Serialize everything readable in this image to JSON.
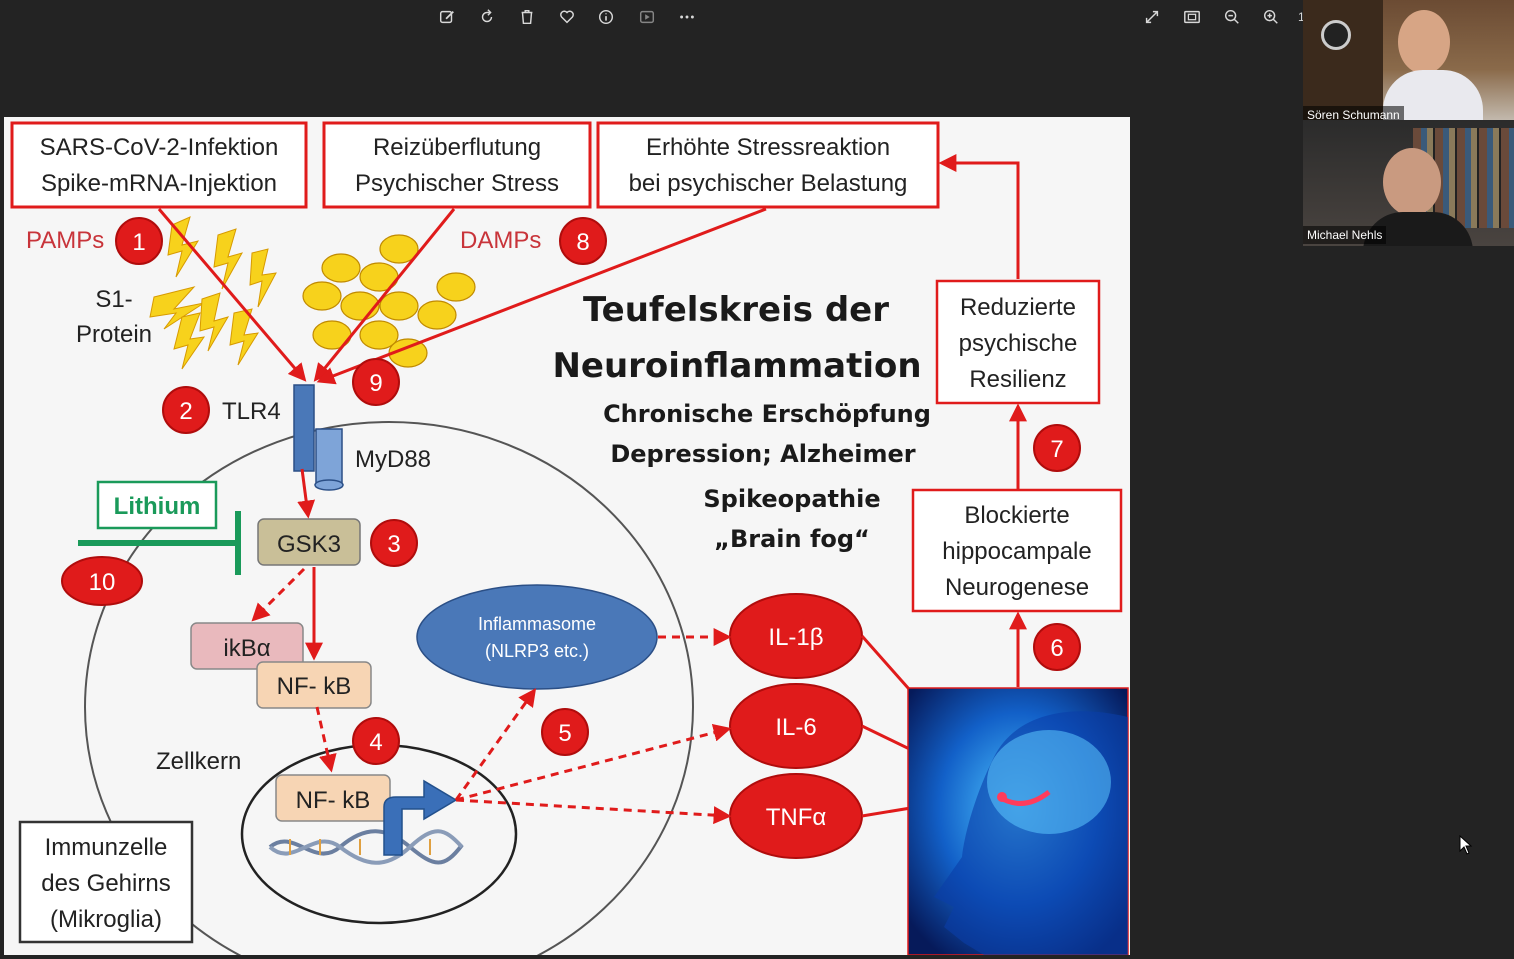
{
  "toolbar": {
    "left_icons": [
      "edit-icon",
      "rotate-icon",
      "delete-icon",
      "heart-icon",
      "info-icon",
      "slideshow-icon",
      "more-icon"
    ],
    "right_icons": [
      "fullscreen-icon",
      "fit-screen-icon",
      "zoom-out-icon",
      "zoom-in-icon"
    ],
    "edge_text": "1"
  },
  "participants": [
    {
      "name": "Sören Schumann"
    },
    {
      "name": "Michael Nehls"
    }
  ],
  "slide": {
    "title_line1": "Teufelskreis der",
    "title_line2": "Neuroinflammation",
    "subtitle_lines": [
      "Chronische Erschöpfung",
      "Depression; Alzheimer",
      "Spikeopathie",
      "„Brain fog“"
    ],
    "box_infection": [
      "SARS-CoV-2-Infektion",
      "Spike-mRNA-Injektion"
    ],
    "box_stress": [
      "Reizüberflutung",
      "Psychischer Stress"
    ],
    "box_reaction": [
      "Erhöhte Stressreaktion",
      "bei psychischer Belastung"
    ],
    "box_resilience": [
      "Reduzierte",
      "psychische",
      "Resilienz"
    ],
    "box_neurogenesis": [
      "Blockierte",
      "hippocampale",
      "Neurogenese"
    ],
    "box_microglia": [
      "Immunzelle",
      "des Gehirns",
      "(Mikroglia)"
    ],
    "pamps": "PAMPs",
    "damps": "DAMPs",
    "s1_protein": [
      "S1-",
      "Protein"
    ],
    "tlr4": "TLR4",
    "myd88": "MyD88",
    "lithium": "Lithium",
    "gsk3": "GSK3",
    "ikba": "ikBα",
    "nfkb_cyto": "NF- kB",
    "nfkb_nucleus": "NF- kB",
    "zellkern": "Zellkern",
    "inflammasome": [
      "Inflammasome",
      "(NLRP3 etc.)"
    ],
    "il1b": "IL-1β",
    "il6": "IL-6",
    "tnfa": "TNFα",
    "numbers": [
      "1",
      "2",
      "3",
      "4",
      "5",
      "6",
      "7",
      "8",
      "9",
      "10"
    ]
  },
  "colors": {
    "red": "#e01b1b",
    "dark_red": "#b00c0c",
    "green": "#1a9a5a",
    "blue_receptor": "#4a78b8",
    "yellow": "#f7d21c",
    "background": "#232323"
  }
}
